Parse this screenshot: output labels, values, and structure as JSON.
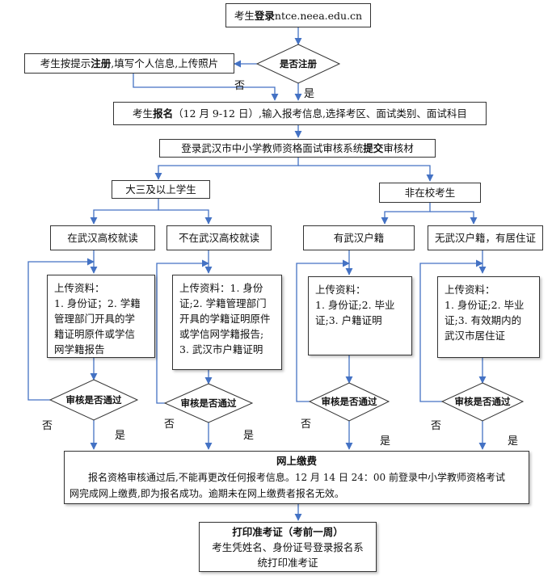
{
  "login": {
    "prefix": "考生",
    "bold": "登录",
    "suffix": " ntce.neea.edu.cn"
  },
  "register_check": {
    "label": "是否注册",
    "no": "否",
    "yes": "是"
  },
  "register": {
    "prefix": "考生按提示",
    "bold": "注册",
    "suffix": ",填写个人信息,上传照片"
  },
  "apply": {
    "prefix": "考生",
    "bold": "报名",
    "suffix": "（12 月 9-12 日）,输入报考信息,选择考区、面试类别、面试科目"
  },
  "submit": {
    "prefix": "登录武汉市中小学教师资格面试审核系统",
    "bold": "提交",
    "suffix": "审核材"
  },
  "group_senior": "大三及以上学生",
  "group_non_student": "非在校考生",
  "cat1": "在武汉高校就读",
  "cat2": "不在武汉高校就读",
  "cat3": "有武汉户籍",
  "cat4": "无武汉户籍，有居住证",
  "docs": [
    {
      "title": "上传资料：",
      "lines": [
        "1. 身份证；2. 学籍",
        "管理部门开具的学",
        "籍证明原件或学信",
        "网学籍报告"
      ]
    },
    {
      "title": "上传资料：1. 身份",
      "lines": [
        "证;2. 学籍管理部门",
        "开具的学籍证明原件",
        "或学信网学籍报告;",
        "3. 武汉市户籍证明"
      ]
    },
    {
      "title": "上传资料：",
      "lines": [
        "1. 身份证;2. 毕业",
        "证;3. 户籍证明"
      ]
    },
    {
      "title": "上传资料：",
      "lines": [
        "1. 身份证;2. 毕业",
        "证;3. 有效期内的",
        "武汉市居住证"
      ]
    }
  ],
  "review": {
    "label": "审核是否通过",
    "no": "否",
    "yes": "是"
  },
  "payment": {
    "title": "网上缴费",
    "body_1": "报名资格审核通过后,不能再更改任何报考信息。12 月 14 日 24：00 前登录中小学教师资格考试",
    "body_2": "网完成网上缴费,即为报名成功。逾期未在网上缴费者报名无效。"
  },
  "print": {
    "title": "打印准考证（考前一周）",
    "body_1": "考生凭姓名、身份证号登录报名系",
    "body_2": "统打印准考证"
  },
  "colors": {
    "arrow": "#4472c4",
    "border": "#333333",
    "shadow": "#9aa4b5"
  }
}
